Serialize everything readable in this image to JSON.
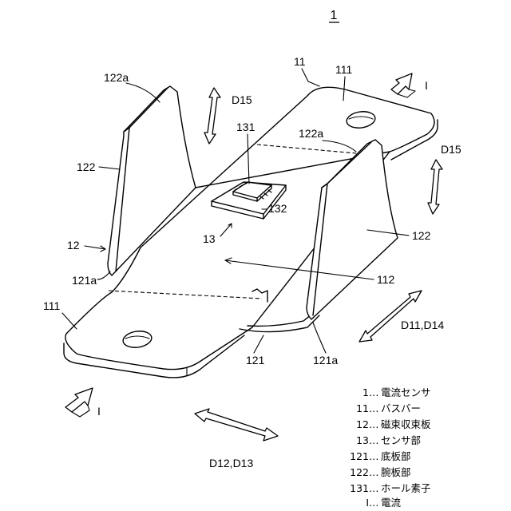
{
  "figure": {
    "number": "1"
  },
  "labels": {
    "sensor_unit": "13",
    "hall_element": "131",
    "substrate": "132",
    "bus_bar": "11",
    "terminal_rear": "111",
    "terminal_front": "111",
    "notch": "112",
    "shield": "12",
    "bottom_plate": "121",
    "bend_left": "121a",
    "bend_right": "121a",
    "arm_left": "122",
    "arm_right": "122",
    "arm_left_edge": "122a",
    "arm_right_edge": "122a",
    "dir_d15_left": "D15",
    "dir_d15_right": "D15",
    "dir_d11_d14": "D11,D14",
    "dir_d12_d13": "D12,D13",
    "current_in": "I",
    "current_out": "I"
  },
  "legend": [
    {
      "code": "1",
      "sep": "…",
      "name": "電流センサ"
    },
    {
      "code": "11",
      "sep": "…",
      "name": "バスバー"
    },
    {
      "code": "12",
      "sep": "…",
      "name": "磁束収束板"
    },
    {
      "code": "13",
      "sep": "…",
      "name": "センサ部"
    },
    {
      "code": "121",
      "sep": "…",
      "name": "底板部"
    },
    {
      "code": "122",
      "sep": "…",
      "name": "腕板部"
    },
    {
      "code": "131",
      "sep": "…",
      "name": "ホール素子"
    },
    {
      "code": "I",
      "sep": "…",
      "name": "電流"
    }
  ]
}
